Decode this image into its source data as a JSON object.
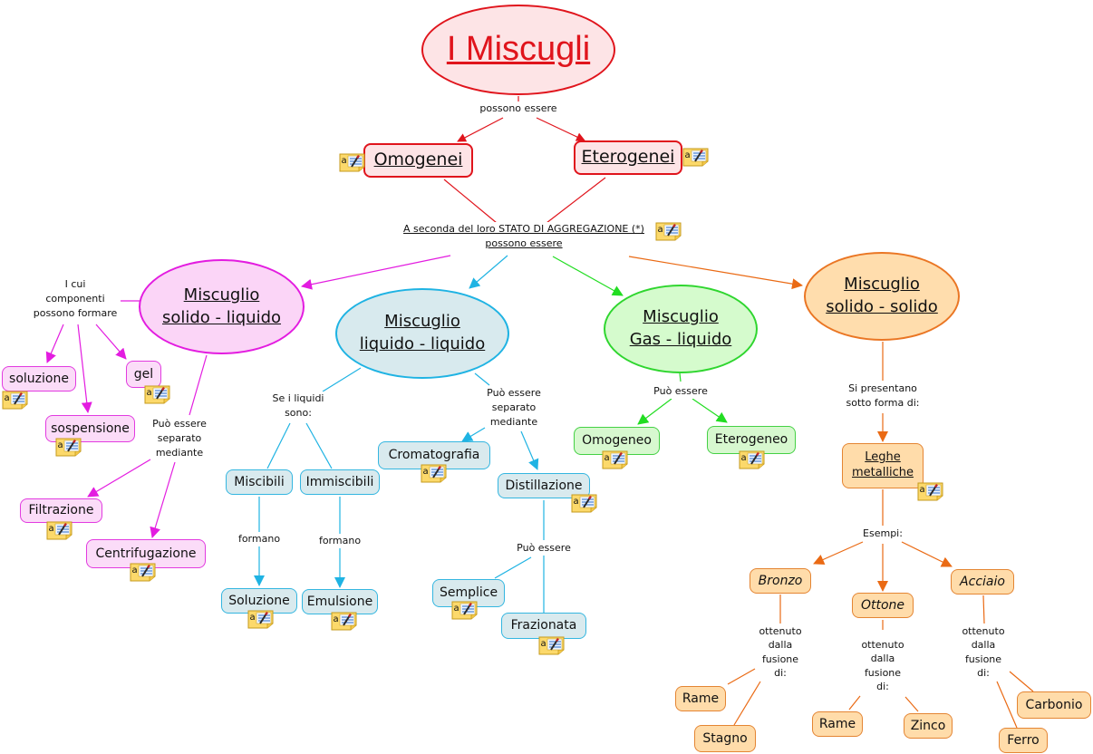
{
  "colors": {
    "red": "#e0141c",
    "magenta": "#e31ce0",
    "cyan": "#1fb3e3",
    "green": "#2fd62f",
    "orange": "#ea7624"
  },
  "title": "I Miscugli",
  "links": {
    "possono_essere": "possono essere",
    "stato_line1": "A seconda del loro STATO DI AGGREGAZIONE (*)",
    "stato_line2": "possono essere",
    "i_cui": "I cui\ncomponenti\npossono formare",
    "sl_separato": "Può essere\nseparato\nmediante",
    "se_i_liquidi": "Se i liquidi\nsono:",
    "ll_separato": "Può essere\nseparato\nmediante",
    "formano_1": "formano",
    "formano_2": "formano",
    "distill_puo": "Può essere",
    "gas_puo": "Può essere",
    "si_presentano": "Si presentano\nsotto forma di:",
    "esempi": "Esempi:",
    "fusione_bronzo": "ottenuto\ndalla\nfusione\ndi:",
    "fusione_ottone": "ottenuto\ndalla\nfusione\ndi:",
    "fusione_acciaio": "ottenuto\ndalla\nfusione\ndi:"
  },
  "nodes": {
    "omogenei": "Omogenei",
    "eterogenei": "Eterogenei",
    "solido_liquido": [
      "Miscuglio",
      "solido - liquido"
    ],
    "liquido_liquido": [
      "Miscuglio",
      "liquido - liquido"
    ],
    "gas_liquido": [
      "Miscuglio",
      "Gas - liquido"
    ],
    "solido_solido": [
      "Miscuglio",
      "solido - solido"
    ],
    "soluzione_sl": "soluzione",
    "gel": "gel",
    "sospensione": "sospensione",
    "filtrazione": "Filtrazione",
    "centrifugazione": "Centrifugazione",
    "miscibili": "Miscibili",
    "immiscibili": "Immiscibili",
    "soluzione_ll": "Soluzione",
    "emulsione": "Emulsione",
    "cromatografia": "Cromatografia",
    "distillazione": "Distillazione",
    "semplice": "Semplice",
    "frazionata": "Frazionata",
    "omogeneo": "Omogeneo",
    "eterogeneo": "Eterogeneo",
    "leghe": [
      "Leghe",
      "metalliche"
    ],
    "bronzo": "Bronzo",
    "ottone": "Ottone",
    "acciaio": "Acciaio",
    "rame_1": "Rame",
    "stagno": "Stagno",
    "rame_2": "Rame",
    "zinco": "Zinco",
    "carbonio": "Carbonio",
    "ferro": "Ferro"
  },
  "note_icon": {
    "glyph": "a",
    "semantic": "annotation-note-icon"
  }
}
